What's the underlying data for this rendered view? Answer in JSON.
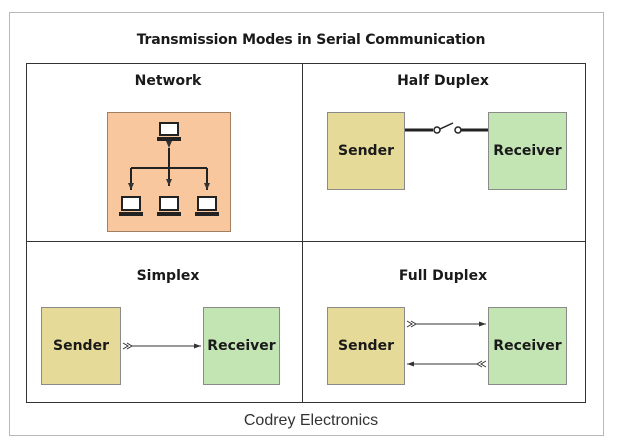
{
  "title": "Transmission Modes in Serial Communication",
  "quadrants": {
    "network": {
      "label": "Network"
    },
    "half_duplex": {
      "label": "Half Duplex",
      "sender": "Sender",
      "receiver": "Receiver"
    },
    "simplex": {
      "label": "Simplex",
      "sender": "Sender",
      "receiver": "Receiver"
    },
    "full_duplex": {
      "label": "Full Duplex",
      "sender": "Sender",
      "receiver": "Receiver"
    }
  },
  "footer": "Codrey Electronics",
  "colors": {
    "sender_fill": "#e6da98",
    "receiver_fill": "#c3e4b3",
    "network_fill": "#f9c79e"
  }
}
